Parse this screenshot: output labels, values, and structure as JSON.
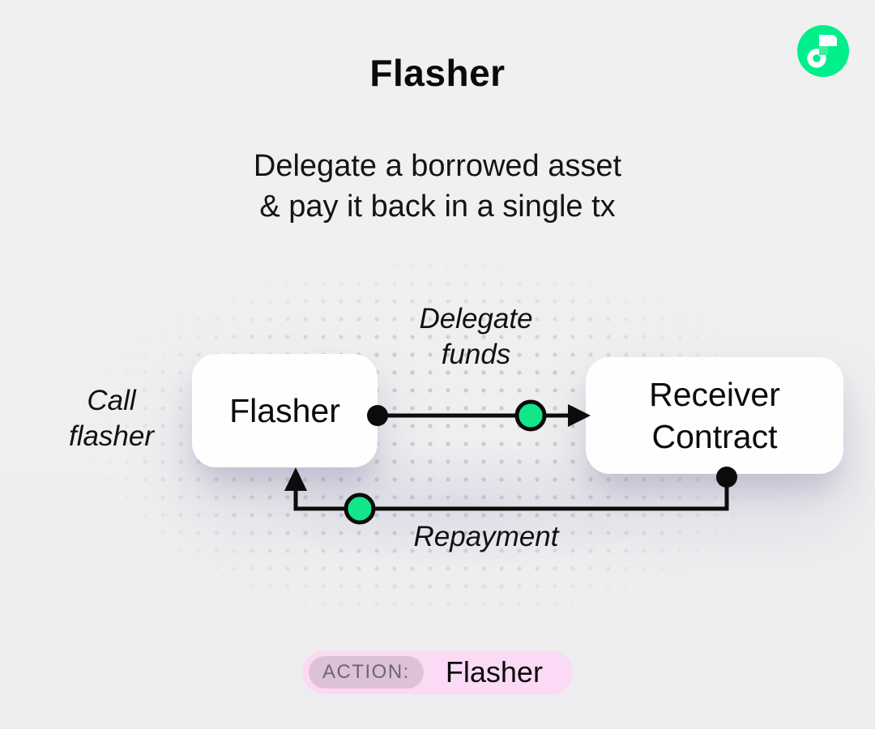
{
  "page": {
    "background": "#efeff0"
  },
  "header": {
    "title": "Flasher",
    "subtitle_line1": "Delegate a borrowed asset",
    "subtitle_line2": "& pay it back in a single tx"
  },
  "logo": {
    "name": "flow-logo",
    "green": "#00ef8b",
    "square_green": "#3df09f",
    "mark_color": "#ffffff"
  },
  "diagram": {
    "nodes": {
      "flasher": {
        "label": "Flasher"
      },
      "receiver": {
        "line1": "Receiver",
        "line2": "Contract"
      }
    },
    "labels": {
      "call": {
        "line1": "Call",
        "line2": "flasher"
      },
      "delegate": {
        "line1": "Delegate",
        "line2": "funds"
      },
      "repayment": "Repayment"
    },
    "colors": {
      "line": "#0c0c0c",
      "node_green": "#12e58a",
      "dot_grid": "#cccbd1"
    }
  },
  "action": {
    "badge_label": "ACTION:",
    "value": "Flasher",
    "pill_bg": "#fbdaf6",
    "badge_bg": "#ddc2d7",
    "badge_text_color": "#6c6573"
  }
}
